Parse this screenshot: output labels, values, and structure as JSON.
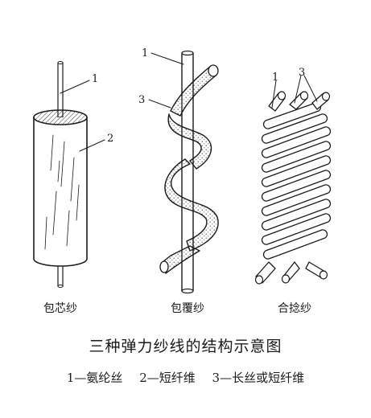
{
  "figure": {
    "caption": "三种弹力纱线的结构示意图",
    "legend": [
      "1—氨纶丝",
      "2—短纤维",
      "3—长丝或短纤维"
    ]
  },
  "panels": [
    {
      "label": "包芯纱",
      "callouts": [
        "1",
        "2"
      ]
    },
    {
      "label": "包覆纱",
      "callouts": [
        "1",
        "3"
      ]
    },
    {
      "label": "合捻纱",
      "callouts": [
        "1",
        "3"
      ]
    }
  ]
}
